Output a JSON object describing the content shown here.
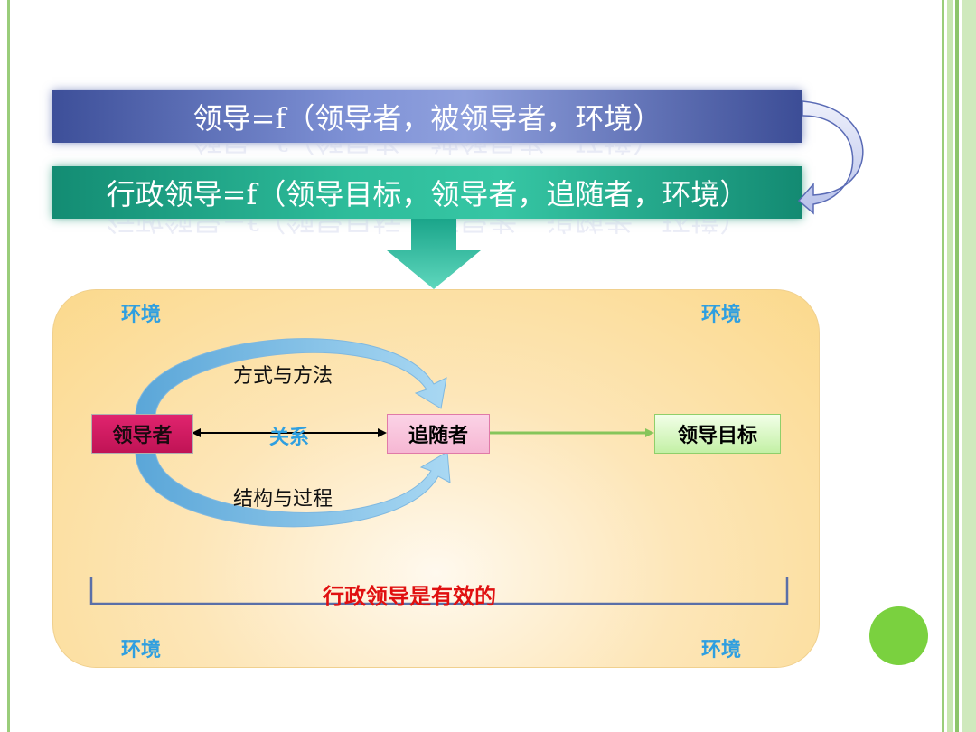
{
  "banner_top": "领导=f（领导者，被领导者，环境）",
  "banner_bottom": "行政领导=f（领导目标，领导者，追随者，环境）",
  "environment_labels": {
    "top_left": "环境",
    "top_right": "环境",
    "bottom_left": "环境",
    "bottom_right": "环境"
  },
  "nodes": {
    "leader": "领导者",
    "follower": "追随者",
    "goal": "领导目标"
  },
  "labels": {
    "upper_arc": "方式与方法",
    "relation": "关系",
    "lower_arc": "结构与过程"
  },
  "conclusion": "行政领导是有效的",
  "colors": {
    "environment_text": "#2f9fe0",
    "conclusion_text": "#e01010",
    "leader_box": "#d81b60",
    "goal_box": "#c3f0a5"
  }
}
